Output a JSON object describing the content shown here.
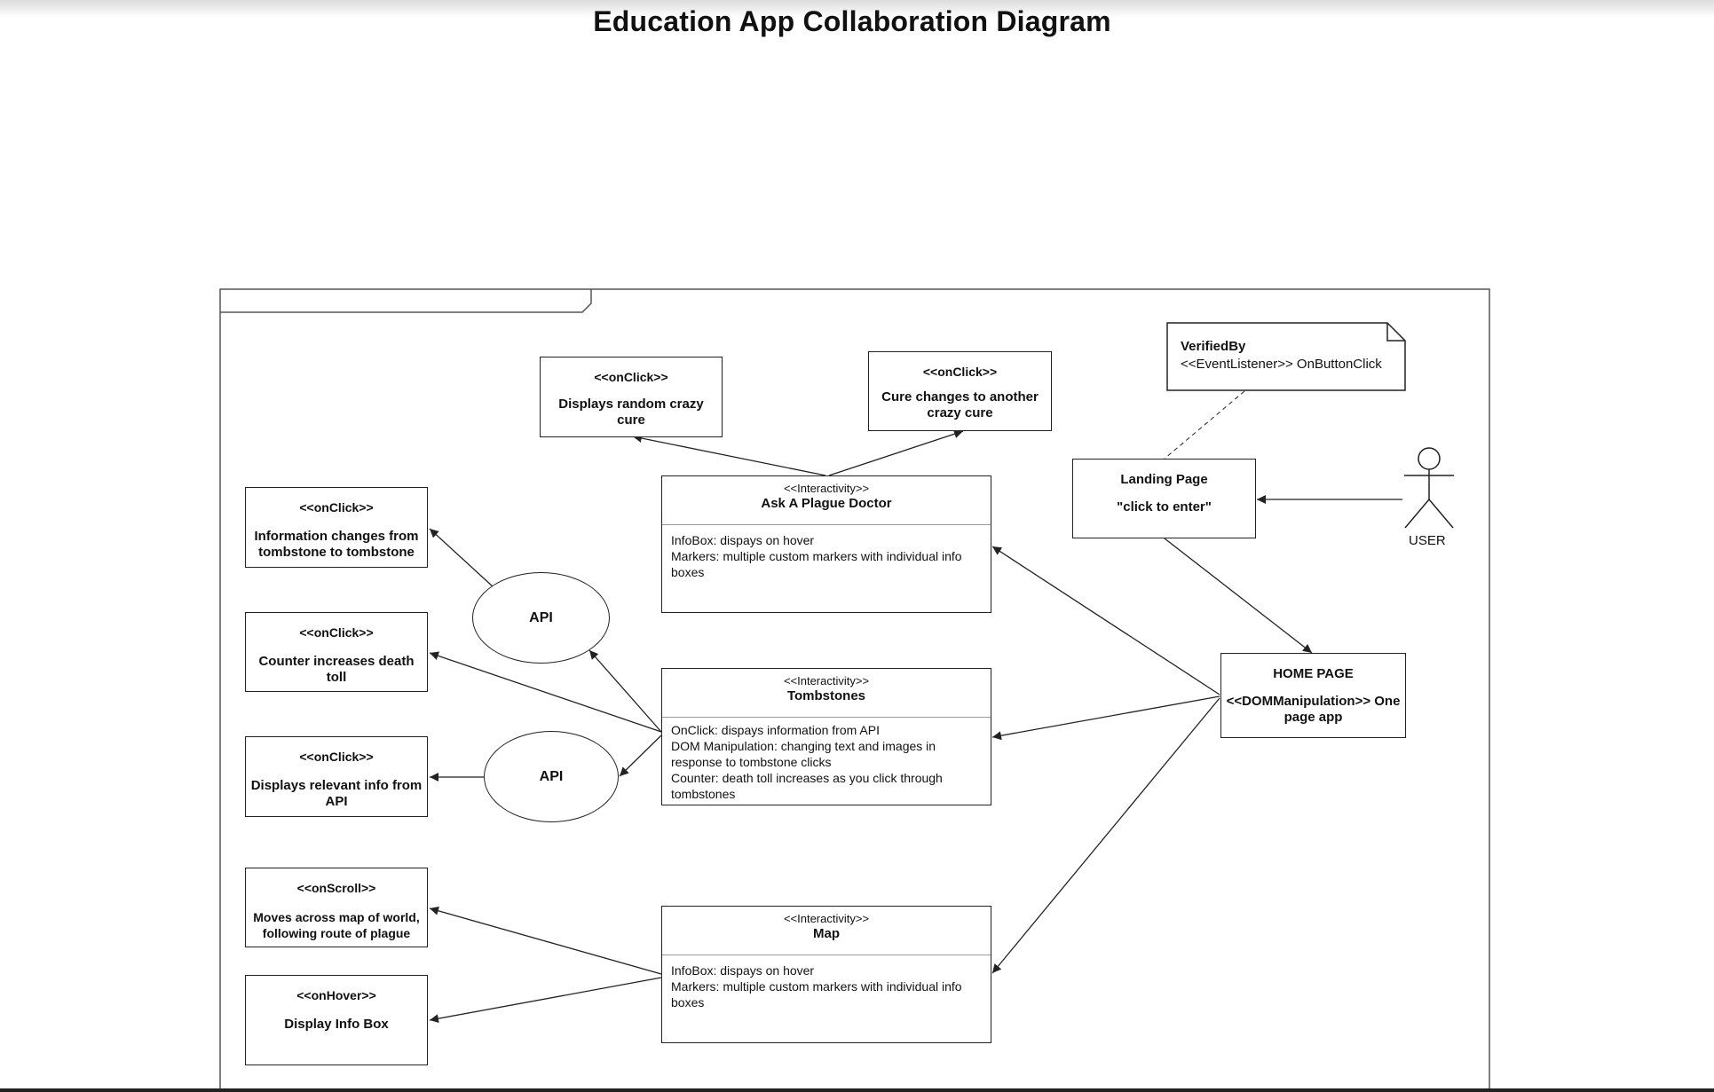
{
  "title": "Education App Collaboration Diagram",
  "actor": {
    "label": "USER"
  },
  "note": {
    "line1": "VerifiedBy",
    "line2": "<<EventListener>> OnButtonClick"
  },
  "landing": {
    "line1": "Landing Page",
    "line2": "\"click to enter\""
  },
  "home": {
    "line1": "HOME PAGE",
    "line2": "<<DOMManipulation>> One page app"
  },
  "ask": {
    "stereo": "<<Interactivity>>",
    "name": "Ask A Plague Doctor",
    "lines": [
      "InfoBox: dispays on hover",
      "Markers: multiple  custom markers with individual info boxes"
    ]
  },
  "tomb": {
    "stereo": "<<Interactivity>>",
    "name": "Tombstones",
    "lines": [
      "OnClick: dispays information from API",
      "DOM Manipulation: changing text and images in response to tombstone clicks",
      "Counter: death toll increases as you click through tombstones"
    ]
  },
  "map": {
    "stereo": "<<Interactivity>>",
    "name": "Map",
    "lines": [
      "InfoBox: dispays on hover",
      "Markers: multiple  custom markers with individual info boxes"
    ]
  },
  "cure1": {
    "stereo": "<<onClick>>",
    "text": "Displays random crazy cure"
  },
  "cure2": {
    "stereo": "<<onClick>>",
    "text": "Cure changes to another crazy cure"
  },
  "info1": {
    "stereo": "<<onClick>>",
    "text": "Information changes from tombstone to tombstone"
  },
  "counter": {
    "stereo": "<<onClick>>",
    "text": "Counter increases death toll"
  },
  "relevant": {
    "stereo": "<<onClick>>",
    "text": "Displays relevant info from API"
  },
  "scroll": {
    "stereo": "<<onScroll>>",
    "text": "Moves across map of world, following route of plague"
  },
  "hover": {
    "stereo": "<<onHover>>",
    "text": "Display Info Box"
  },
  "api1": {
    "label": "API"
  },
  "api2": {
    "label": "API"
  }
}
